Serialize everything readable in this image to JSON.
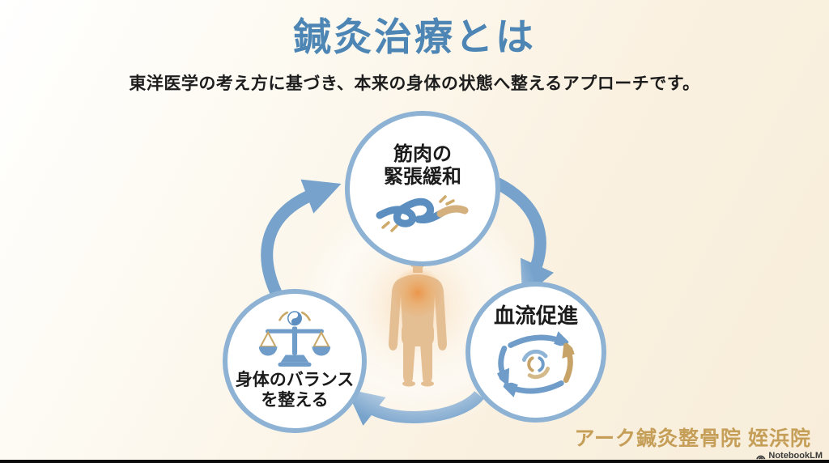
{
  "title": "鍼灸治療とは",
  "subtitle": "東洋医学の考え方に基づき、本来の身体の状態へ整えるアプローチです。",
  "diagram": {
    "flow": "clockwise",
    "nodes": [
      {
        "id": "muscle-tension",
        "icon": "knot-icon",
        "lines": [
          "筋肉の",
          "緊張緩和"
        ]
      },
      {
        "id": "blood-flow",
        "icon": "circulation-arrows-icon",
        "lines": [
          "血流促進"
        ]
      },
      {
        "id": "body-balance",
        "icon": "balance-scale-icon",
        "lines": [
          "身体のバランス",
          "を整える"
        ]
      }
    ],
    "center": {
      "icon": "human-body-icon"
    }
  },
  "footer": {
    "brand": "アーク鍼灸整骨院 姪浜院",
    "watermark": "NotebookLM"
  },
  "colors": {
    "title_blue": "#4d86b5",
    "circle_border": "#8db2d4",
    "arrow_blue": "#76a2cb",
    "text_dark": "#1d1d1d",
    "brand_gold": "#c59e58",
    "rope_blue": "#5c8fc0",
    "rope_tan": "#d3b07e",
    "scale_blue": "#6f9cc8",
    "scale_gold": "#c9a868",
    "body_tan": "#e5bf94",
    "glow_orange": "#ee9f55",
    "background_cream": "#f9efde"
  }
}
